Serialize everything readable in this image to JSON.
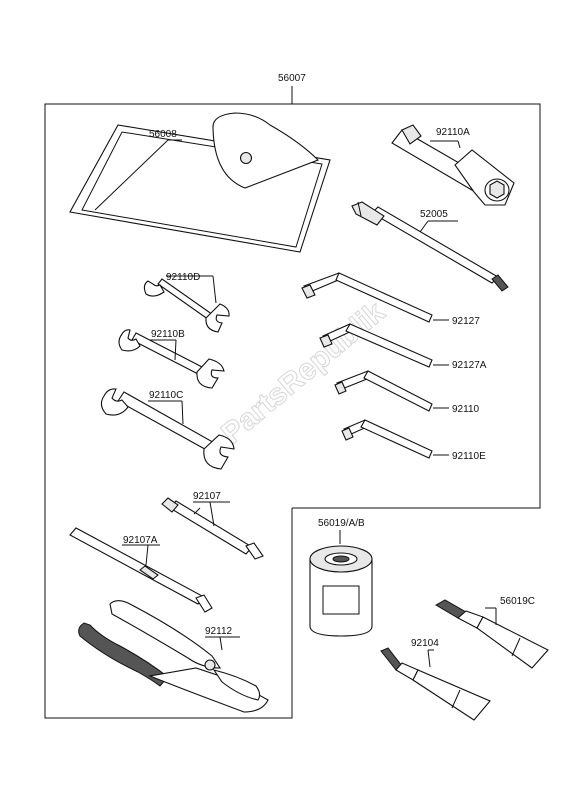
{
  "watermark": "PartsRepublik",
  "labels": {
    "kit": "56007",
    "pouch": "56008",
    "plug_wrench": "92110A",
    "screwdriver_handle": "52005",
    "wrench_d": "92110D",
    "wrench_b": "92110B",
    "wrench_c": "92110C",
    "hex_1": "92127",
    "hex_2": "92127A",
    "hex_3": "92110",
    "hex_4": "92110E",
    "screwdriver": "92107",
    "screwdriver_a": "92107A",
    "pliers": "92112",
    "can": "56019/A/B",
    "tube_c": "56019C",
    "tube": "92104"
  }
}
